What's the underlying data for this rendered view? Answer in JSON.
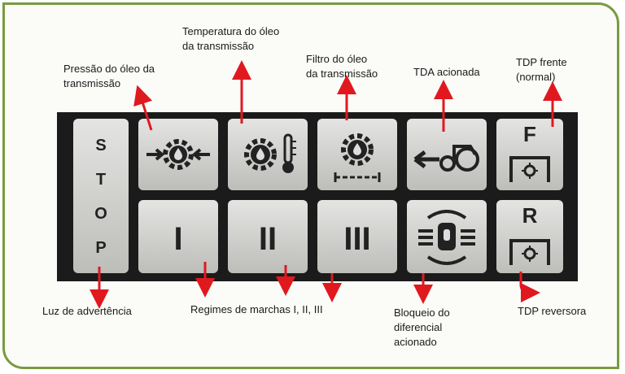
{
  "labels": {
    "oil_pressure": [
      "Pressão do óleo da",
      "transmissão"
    ],
    "oil_temperature": [
      "Temperatura do óleo",
      "da transmissão"
    ],
    "oil_filter": [
      "Filtro do óleo",
      "da transmissão"
    ],
    "fwd_engaged": "TDA acionada",
    "pto_front": [
      "TDP frente",
      "(normal)"
    ],
    "warning_light": "Luz de advertência",
    "gear_ranges": "Regimes de marchas I, II, III",
    "diff_lock": [
      "Bloqueio do",
      "diferencial",
      "acionado"
    ],
    "pto_reverse": "TDP reversora"
  },
  "tiles": {
    "stop_letters": [
      "S",
      "T",
      "O",
      "P"
    ],
    "gear_1": "I",
    "gear_2": "II",
    "gear_3": "III",
    "pto_front_letter": "F",
    "pto_reverse_letter": "R"
  },
  "colors": {
    "frame": "#7a9a3f",
    "arrow": "#e0191f",
    "panel": "#1b1b1b"
  }
}
